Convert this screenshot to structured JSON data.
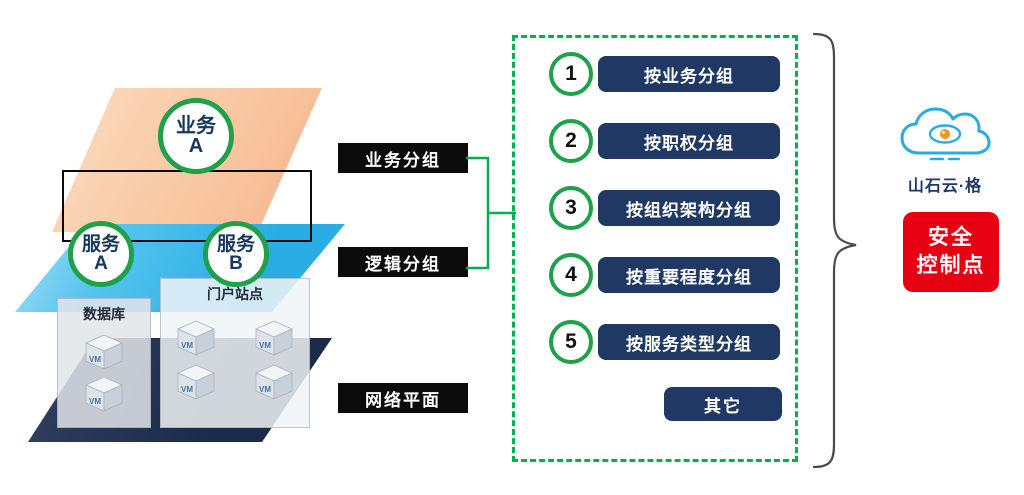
{
  "diagram": {
    "stack": {
      "business_circle": {
        "title": "业务",
        "letter": "A"
      },
      "service_a_circle": {
        "title": "服务",
        "letter": "A"
      },
      "service_b_circle": {
        "title": "服务",
        "letter": "B"
      },
      "database_label": "数据库",
      "portal_label": "门户站点",
      "vm_label": "VM",
      "layer_labels": {
        "business": "业务分组",
        "logical": "逻辑分组",
        "network": "网络平面"
      }
    },
    "grouping_panel": {
      "items": [
        {
          "number": "1",
          "label": "按业务分组"
        },
        {
          "number": "2",
          "label": "按职权分组"
        },
        {
          "number": "3",
          "label": "按组织架构分组"
        },
        {
          "number": "4",
          "label": "按重要程度分组"
        },
        {
          "number": "5",
          "label": "按服务类型分组"
        }
      ],
      "other_label": "其它"
    },
    "right_panel": {
      "brand_name": "山石云·格",
      "control_point": {
        "line1": "安全",
        "line2": "控制点"
      }
    },
    "colors": {
      "green_accent": "#00B050",
      "circle_green": "#1FA04A",
      "navy_pill": "#1F3864",
      "red_badge": "#E60012",
      "blue_plane": "#29ADE4",
      "peach_plane": "#F6BD97",
      "navy_plane": "#1E2C4C",
      "black_label": "#0C0C0C",
      "cloud_blue": "#29ABE2"
    }
  }
}
